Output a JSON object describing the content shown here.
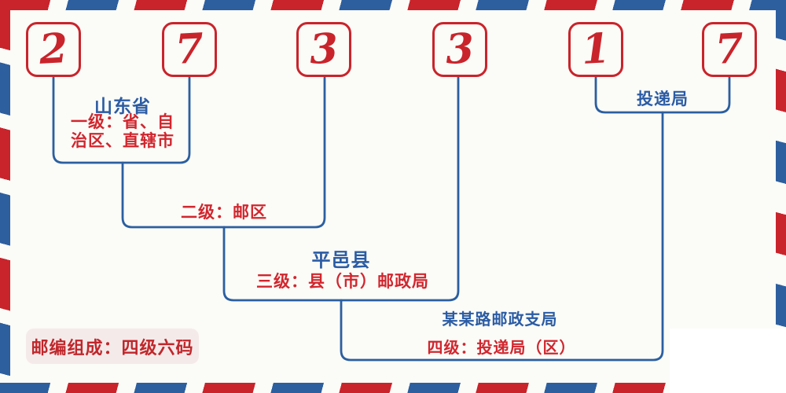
{
  "postal_code": {
    "value": "273317",
    "digits": [
      "2",
      "7",
      "3",
      "3",
      "1",
      "7"
    ]
  },
  "labels": {
    "level1_name": "山东省",
    "level1_desc_line1": "一级：省、自",
    "level1_desc_line2": "治区、直辖市",
    "level2_desc": "二级：邮区",
    "level3_name": "平邑县",
    "level3_desc": "三级：县（市）邮政局",
    "level4_name": "某某路邮政支局",
    "level4_desc": "四级：投递局（区）",
    "delivery_office": "投递局"
  },
  "badge": {
    "text": "邮编组成：四级六码"
  },
  "colors": {
    "stripe_red": "#c9242b",
    "stripe_blue": "#2d5f9f",
    "line_blue": "#2b5fa0",
    "text_red": "#d1262e",
    "text_blue": "#2b5ca4",
    "background": "#fbfbf7",
    "badge_background": "#f5eaea"
  }
}
